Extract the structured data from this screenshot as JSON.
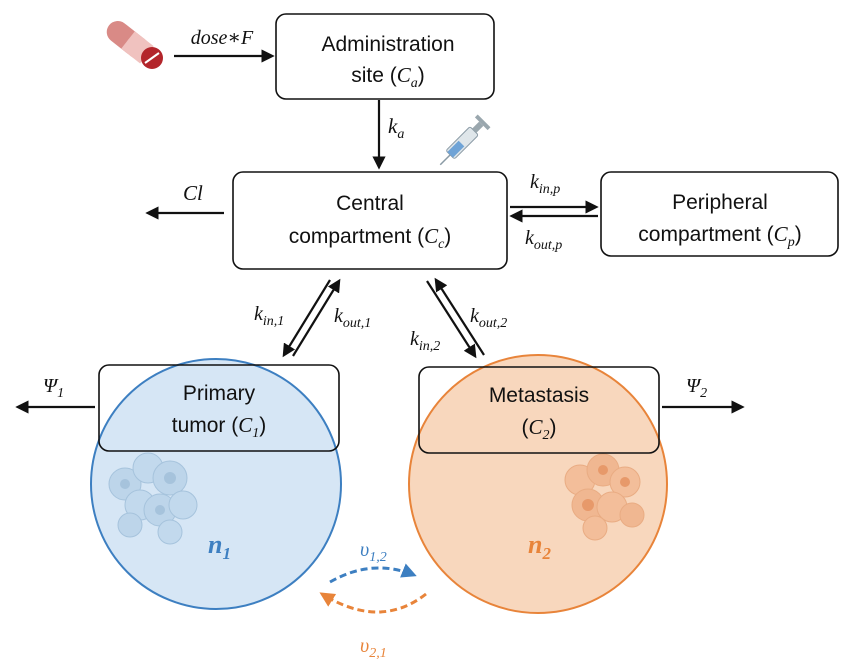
{
  "boxes": {
    "admin": {
      "line1": "Administration",
      "line2_text": "site (",
      "var": "C",
      "sub": "a",
      "close": ")"
    },
    "central": {
      "line1": "Central",
      "line2_text": "compartment (",
      "var": "C",
      "sub": "c",
      "close": ")"
    },
    "peripheral": {
      "line1": "Peripheral",
      "line2_text": "compartment (",
      "var": "C",
      "sub": "p",
      "close": ")"
    },
    "primary": {
      "line1": "Primary",
      "line2_text": "tumor (",
      "var": "C",
      "sub": "1",
      "close": ")"
    },
    "metastasis": {
      "line1": "Metastasis",
      "line2_text": "(",
      "var": "C",
      "sub": "2",
      "close": ")"
    }
  },
  "labels": {
    "dose": "dose∗F",
    "ka": {
      "main": "k",
      "sub": "a"
    },
    "cl": "Cl",
    "kinp": {
      "main": "k",
      "sub": "in,p"
    },
    "koutp": {
      "main": "k",
      "sub": "out,p"
    },
    "kin1": {
      "main": "k",
      "sub": "in,1"
    },
    "kout1": {
      "main": "k",
      "sub": "out,1"
    },
    "kin2": {
      "main": "k",
      "sub": "in,2"
    },
    "kout2": {
      "main": "k",
      "sub": "out,2"
    },
    "psi1": {
      "main": "Ψ",
      "sub": "1"
    },
    "psi2": {
      "main": "Ψ",
      "sub": "2"
    },
    "n1": {
      "main": "n",
      "sub": "1"
    },
    "n2": {
      "main": "n",
      "sub": "2"
    },
    "v12": {
      "main": "υ",
      "sub": "1,2"
    },
    "v21": {
      "main": "υ",
      "sub": "2,1"
    }
  },
  "colors": {
    "blue": "#3d7fc1",
    "blue_fill": "#d6e6f5",
    "orange": "#e8843a",
    "orange_fill": "#f8d7bd",
    "pill_red": "#b3252b",
    "pill_pink": "#d98a86"
  },
  "icons": [
    "pill-icon",
    "syringe-icon",
    "tumor-cells-icon"
  ]
}
